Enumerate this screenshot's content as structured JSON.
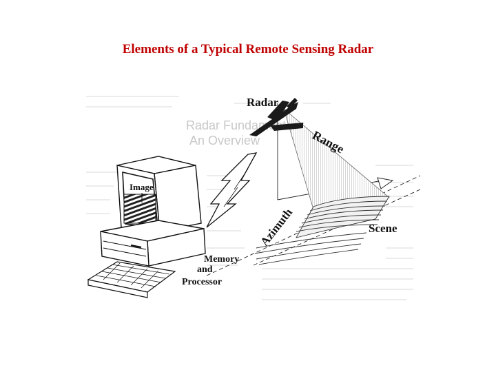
{
  "slide": {
    "title": "Elements of a Typical Remote Sensing Radar",
    "title_color": "#c00000"
  },
  "diagram": {
    "labels": {
      "radar": "Radar",
      "range": "Range",
      "azimuth": "Azimuth",
      "scene": "Scene",
      "image": "Image",
      "memory_line1": "Memory",
      "memory_line2": "and",
      "memory_line3": "Processor"
    },
    "background_text": {
      "line1": "Radar Fundamentals:",
      "line2": "An Overview"
    },
    "colors": {
      "ink": "#111111",
      "beam": "#9a9a9a",
      "faint": "#c8c8c8"
    }
  }
}
